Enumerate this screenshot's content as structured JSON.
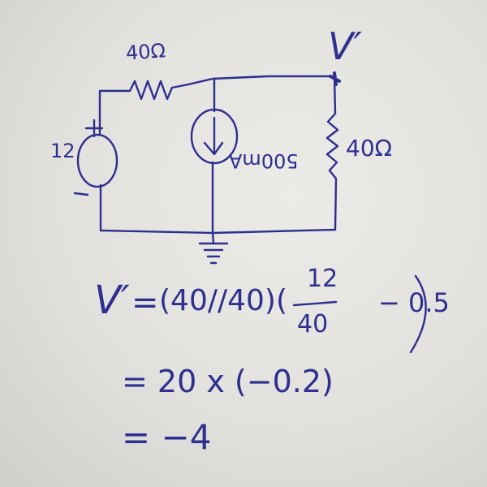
{
  "circuit": {
    "r1_label": "40Ω",
    "r2_label": "40Ω",
    "source_label": "12",
    "source_plus": "+",
    "source_minus": "−",
    "node_label": "V′",
    "current_source_label": "500mA"
  },
  "equations": {
    "line1_lhs": "V′",
    "line1_eq": "=",
    "line1_paren": "(40//40)(",
    "line1_frac_num": "12",
    "line1_frac_den": "40",
    "line1_sub": "− 0.5",
    "line2": "= 20 x (−0.2)",
    "line3": "= −4"
  },
  "colors": {
    "ink": "#2e2f8f",
    "board": "#e6e5e1"
  }
}
